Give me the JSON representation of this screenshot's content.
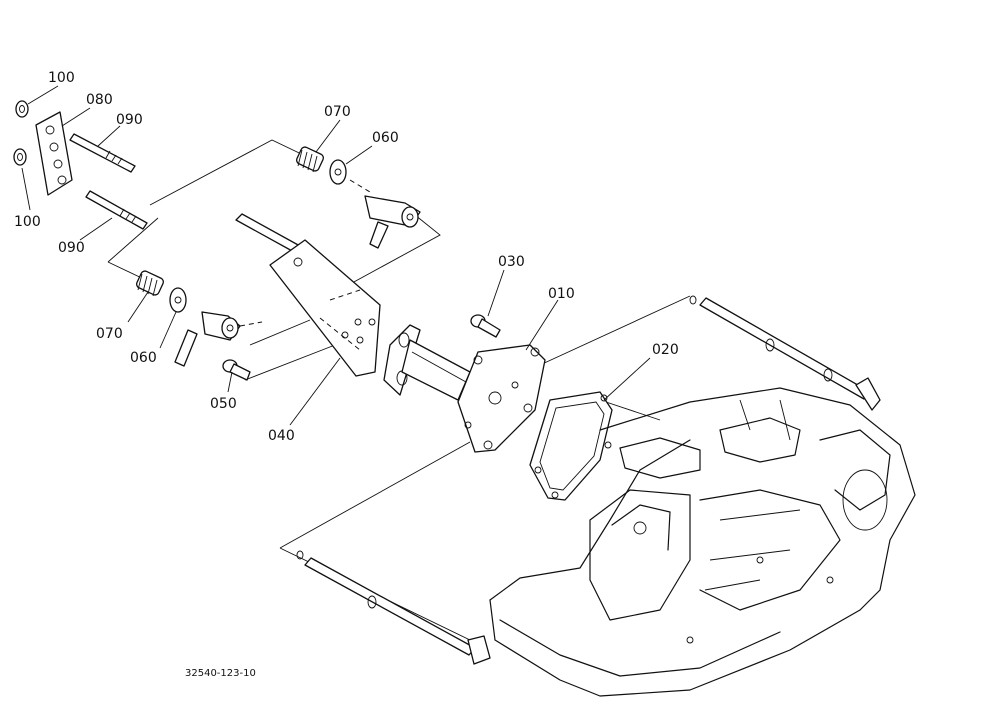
{
  "callouts": {
    "p100_top": "100",
    "p080": "080",
    "p090_top": "090",
    "p100_bottom": "100",
    "p090_bottom": "090",
    "p070_top": "070",
    "p060_top": "060",
    "p070_bottom": "070",
    "p060_bottom": "060",
    "p050": "050",
    "p040": "040",
    "p030": "030",
    "p010": "010",
    "p020": "020"
  },
  "drawing_code": "32540-123-10"
}
